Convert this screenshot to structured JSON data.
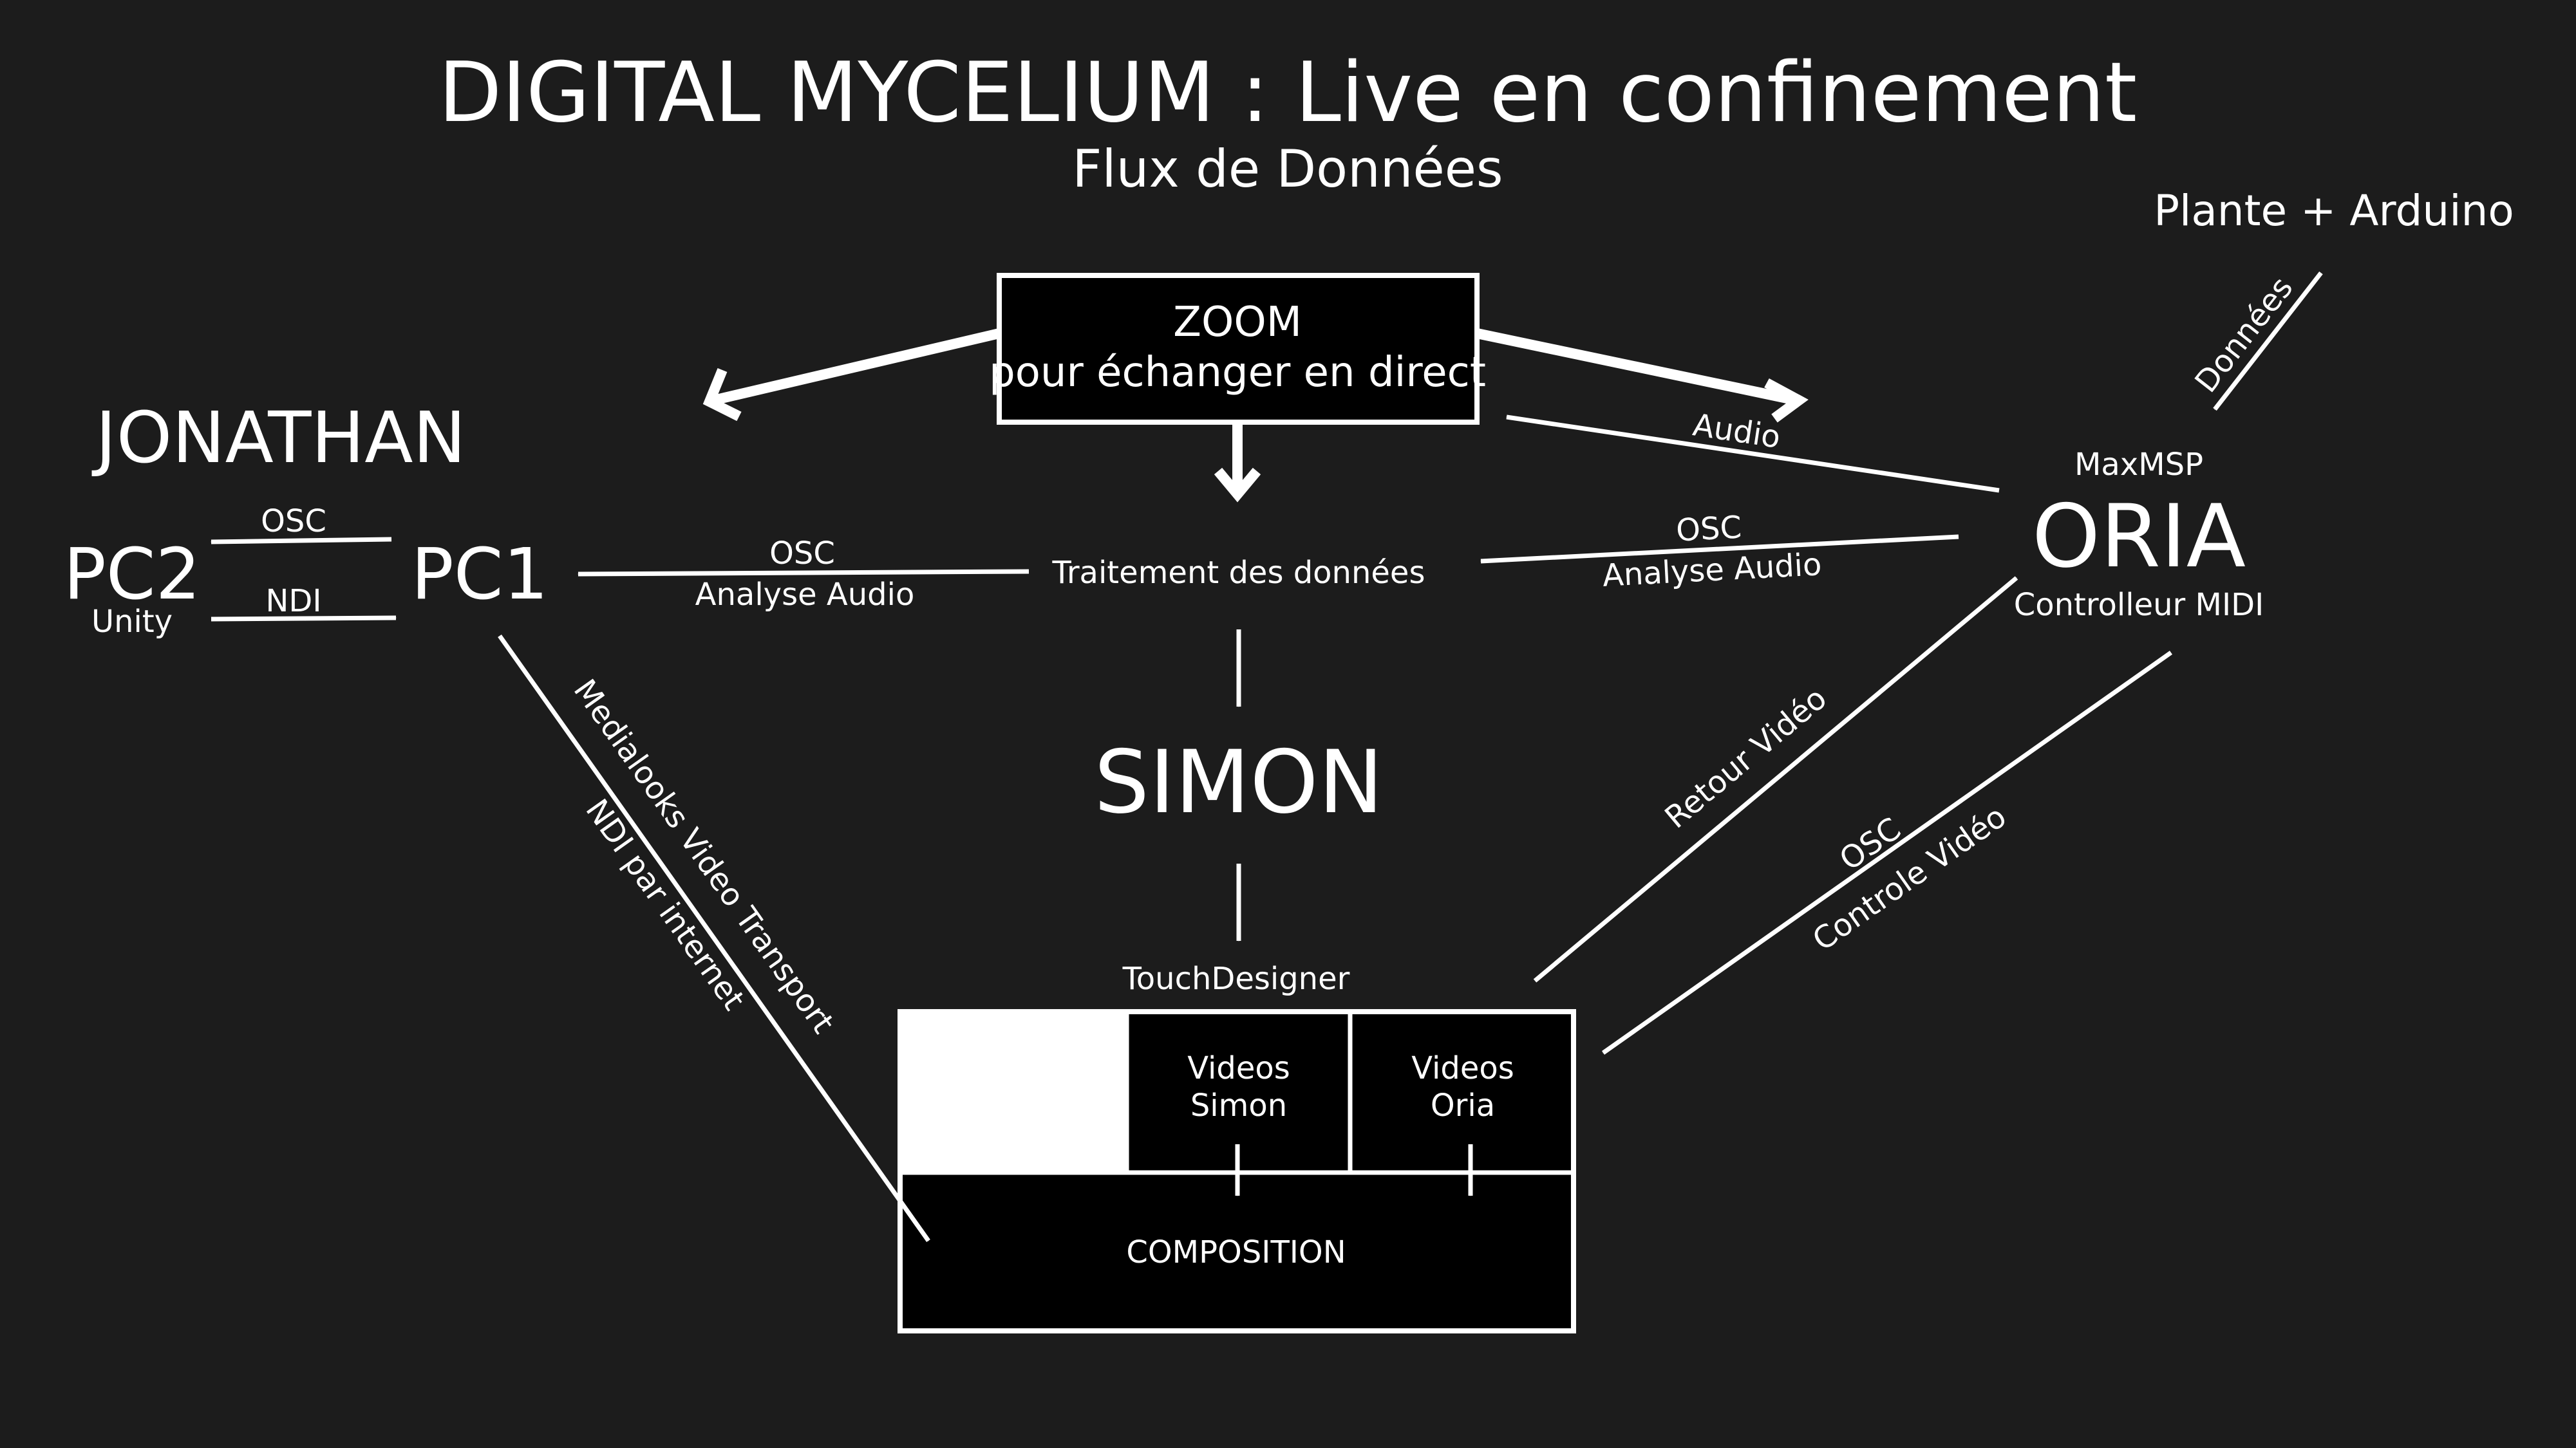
{
  "title": "DIGITAL MYCELIUM : Live en confinement",
  "subtitle": "Flux de Données",
  "nodes": {
    "zoom_line1": "ZOOM",
    "zoom_line2": "pour échanger en direct",
    "jonathan": "JONATHAN",
    "pc2": "PC2",
    "pc2_sub": "Unity",
    "pc1": "PC1",
    "traitement": "Traitement des données",
    "simon": "SIMON",
    "touchdesigner": "TouchDesigner",
    "videos_simon_1": "Videos",
    "videos_simon_2": "Simon",
    "videos_oria_1": "Videos",
    "videos_oria_2": "Oria",
    "composition": "COMPOSITION",
    "maxmsp": "MaxMSP",
    "oria": "ORIA",
    "controlleur": "Controlleur MIDI",
    "plante": "Plante + Arduino"
  },
  "edges": {
    "pc1_pc2_osc": "OSC",
    "pc2_pc1_ndi": "NDI",
    "trait_pc1_osc": "OSC",
    "trait_pc1_analyse": "Analyse Audio",
    "oria_trait_osc": "OSC",
    "oria_trait_analyse": "Analyse Audio",
    "oria_zoom_audio": "Audio",
    "plante_oria": "Données",
    "pc1_comp_1": "Medialooks Video Transport",
    "pc1_comp_2": "NDI par internet",
    "comp_oria": "Retour Vidéo",
    "oria_comp_osc": "OSC",
    "oria_comp_controle": "Controle Vidéo"
  },
  "colors": {
    "background": "#1c1c1c",
    "foreground": "#ffffff",
    "box_fill": "#000000"
  }
}
